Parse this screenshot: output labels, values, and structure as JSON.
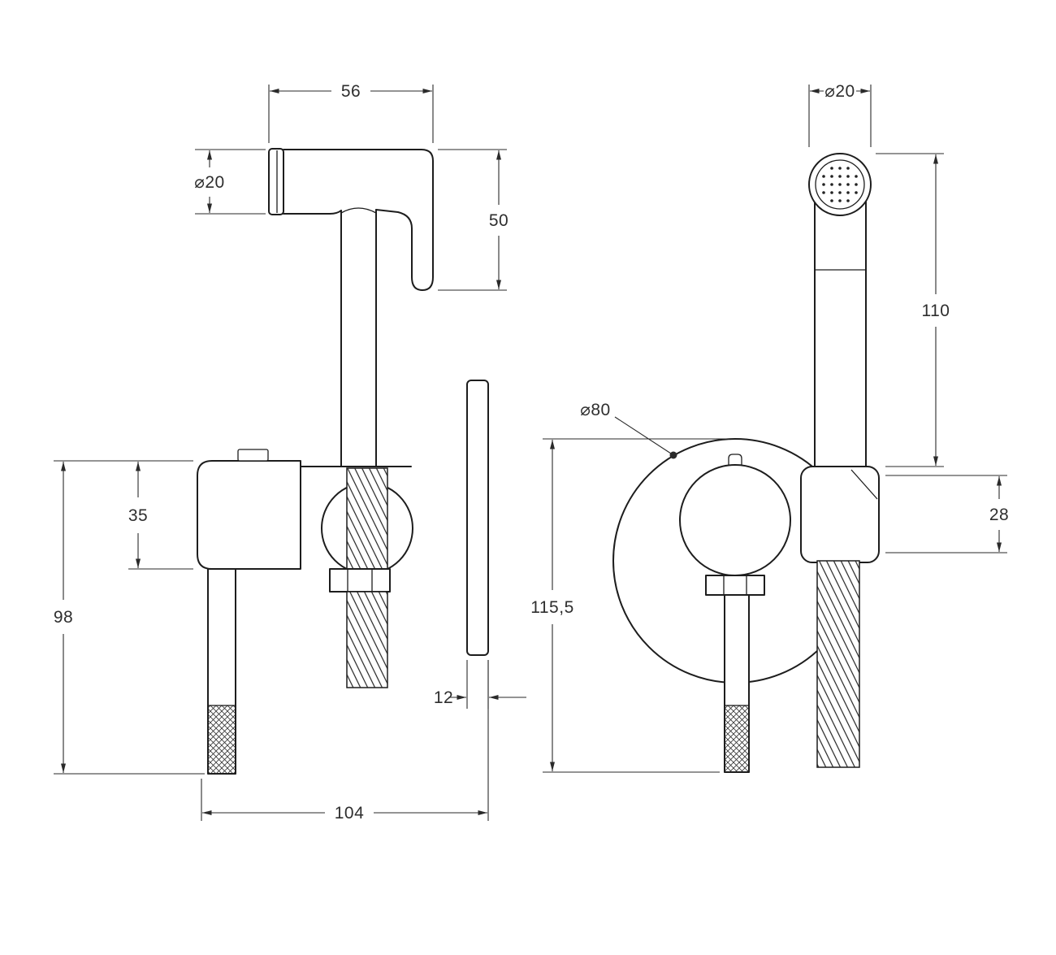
{
  "drawing": {
    "background": "#ffffff",
    "line_color": "#1d1d1d"
  },
  "dims": {
    "side": {
      "head_length": "56",
      "head_diameter": "⌀20",
      "head_height": "50",
      "body_height": "35",
      "total_height": "98",
      "plate_thickness": "12",
      "total_depth": "104"
    },
    "front": {
      "head_diameter": "⌀20",
      "handle_length": "110",
      "plate_diameter": "⌀80",
      "holder_height": "28",
      "total_height": "115,5"
    }
  }
}
